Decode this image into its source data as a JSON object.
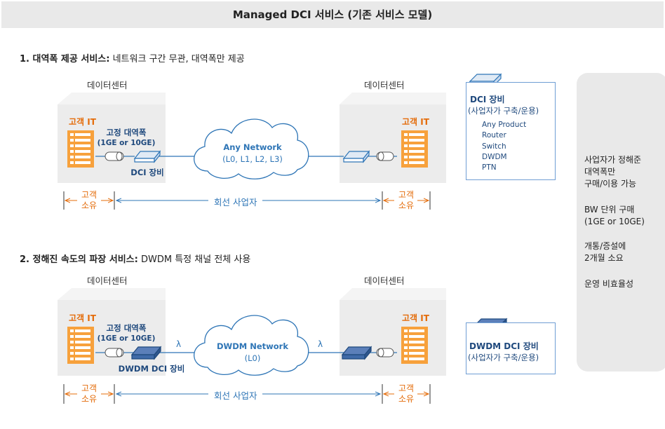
{
  "title": "Managed DCI 서비스 (기존 서비스 모델)",
  "section1": {
    "label": "1. 대역폭 제공 서비스:",
    "desc": "네트워크 구간 무관, 대역폭만 제공",
    "dc_left": "데이터센터",
    "dc_right": "데이터센터",
    "it_left": "고객 IT",
    "it_right": "고객 IT",
    "bandwidth_title": "고정 대역폭",
    "bandwidth_sub": "(1GE or 10GE)",
    "device_label": "DCI 장비",
    "cloud_line1": "Any Network",
    "cloud_line2": "(L0, L1, L2, L3)",
    "own_left": "고객\n소유",
    "own_right": "고객\n소유",
    "carrier": "회선 사업자"
  },
  "section2": {
    "label": "2. 정해진 속도의 파장 서비스:",
    "desc": "DWDM 특정 채널 전체 사용",
    "dc_left": "데이터센터",
    "dc_right": "데이터센터",
    "it_left": "고객 IT",
    "it_right": "고객 IT",
    "bandwidth_title": "고정 대역폭",
    "bandwidth_sub": "(1GE or 10GE)",
    "device_label": "DWDM DCI 장비",
    "lambda": "λ",
    "cloud_line1": "DWDM Network",
    "cloud_line2": "(L0)",
    "own_left": "고객\n소유",
    "own_right": "고객\n소유",
    "carrier": "회선 사업자"
  },
  "legend1": {
    "title": "DCI 장비",
    "subtitle": "(사업자가 구축/운용)",
    "items": [
      "Any Product",
      "Router",
      "Switch",
      "DWDM",
      "PTN"
    ]
  },
  "legend2": {
    "title": "DWDM DCI 장비",
    "subtitle": "(사업자가 구축/운용)"
  },
  "side_panel": {
    "items": [
      "사업자가 정해준\n대역폭만\n구매/이용 가능",
      "BW 단위 구매\n(1GE or 10GE)",
      "개통/증설에\n2개월 소요",
      "운영 비효율성"
    ]
  },
  "colors": {
    "orange": "#e46c0a",
    "server": "#f7a13c",
    "navy": "#1f497d",
    "blue": "#2e75b6",
    "panel": "#e9e9e9"
  }
}
